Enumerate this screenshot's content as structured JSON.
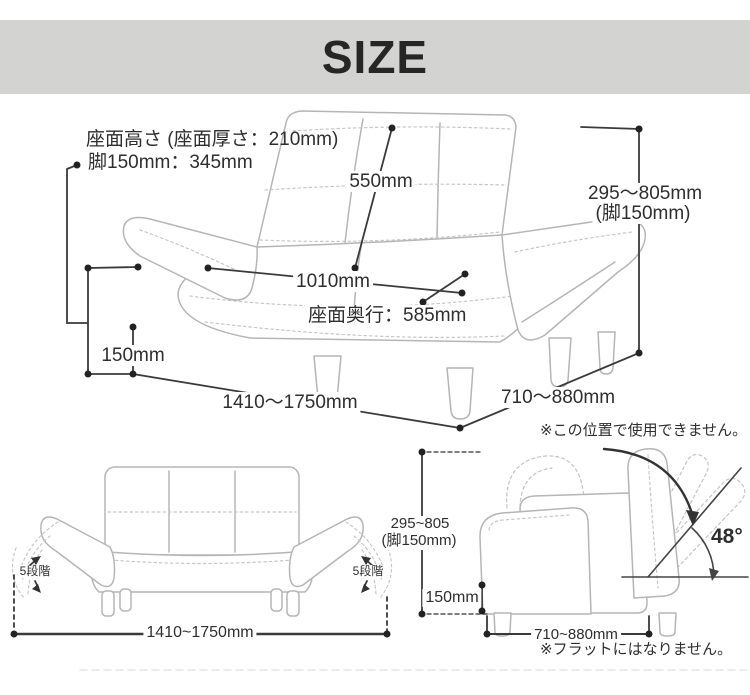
{
  "header": {
    "title": "SIZE"
  },
  "colors": {
    "header_bg": "#d3d3d1",
    "title_text": "#262624",
    "dimension_lines": "#3a3a3a",
    "sofa_line_art": "#b5b5b5"
  },
  "main_diagram": {
    "seat_height_note_line1": "座面高さ (座面厚さ：210mm)",
    "seat_height_note_line2": "脚150mm：345mm",
    "back_height": "550mm",
    "seat_width": "1010mm",
    "seat_depth": "座面奥行：585mm",
    "total_height": "295〜805mm",
    "total_height_leg": "(脚150mm)",
    "leg_height": "150mm",
    "total_width": "1410〜1750mm",
    "total_depth": "710〜880mm"
  },
  "front_view": {
    "armrest_steps_left": "5段階",
    "armrest_steps_right": "5段階",
    "total_width": "1410~1750mm"
  },
  "side_view": {
    "position_warning": "※この位置で使用できません。",
    "total_height": "295~805",
    "total_height_leg": "(脚150mm)",
    "leg_height": "150mm",
    "recline_angle": "48°",
    "total_depth": "710~880mm",
    "flat_warning": "※フラットにはなりません。"
  }
}
